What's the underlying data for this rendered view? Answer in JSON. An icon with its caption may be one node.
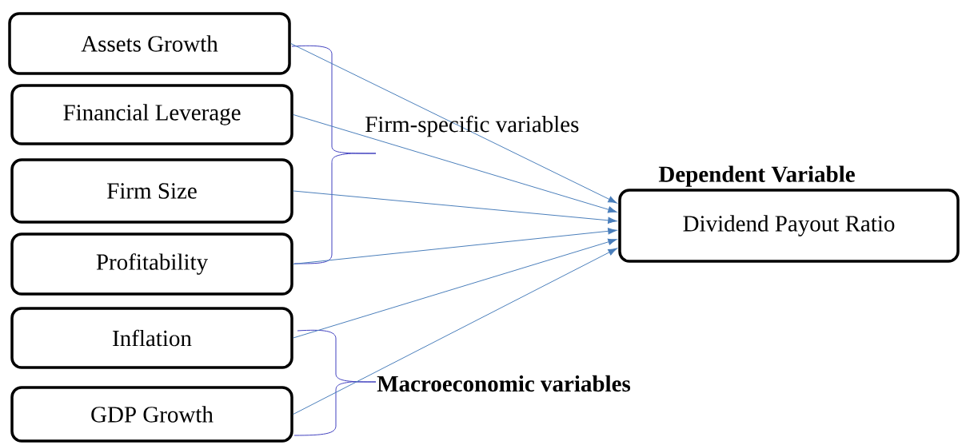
{
  "diagram": {
    "nodes": [
      {
        "text": [
          "Assets Growth"
        ]
      },
      {
        "text": [
          "Financial Leverage"
        ]
      },
      {
        "text": [
          "Firm Size"
        ]
      },
      {
        "text": [
          "Profitability"
        ]
      },
      {
        "text": [
          "Inflation"
        ]
      },
      {
        "text": [
          "GDP Growth"
        ]
      },
      {
        "text": [
          "Dependent Variable",
          "Dividend Payout Ratio"
        ]
      }
    ],
    "edges": [
      {
        "from": 0,
        "to": 6,
        "arrow": "to"
      },
      {
        "from": 1,
        "to": 6,
        "arrow": "to"
      },
      {
        "from": 2,
        "to": 6,
        "arrow": "to"
      },
      {
        "from": 3,
        "to": 6,
        "arrow": "to"
      },
      {
        "from": 4,
        "to": 6,
        "arrow": "to"
      },
      {
        "from": 5,
        "to": 6,
        "arrow": "to"
      }
    ],
    "labels": [
      "Firm-specific variables",
      "Macroeconomic variables"
    ]
  }
}
